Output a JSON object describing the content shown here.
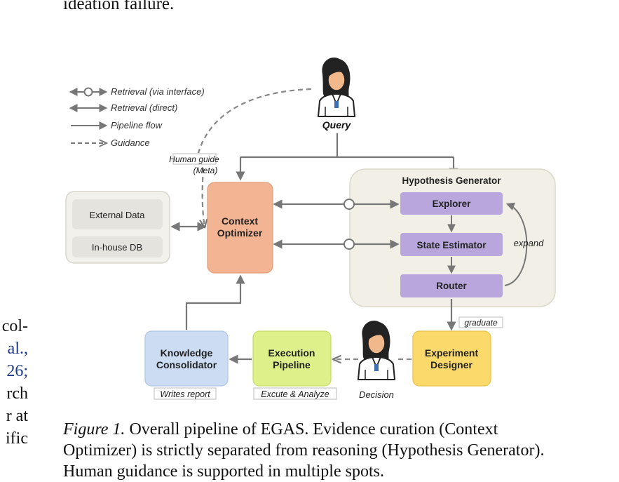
{
  "page": {
    "top_line": "ideation failure.",
    "left_fragments": [
      {
        "text": "col-",
        "link": false
      },
      {
        "text": "al.,",
        "link": true
      },
      {
        "text": "26;",
        "link": true
      },
      {
        "text": "rch",
        "link": false
      },
      {
        "text": "r at",
        "link": false
      },
      {
        "text": "ific",
        "link": false
      }
    ],
    "caption_label": "Figure 1.",
    "caption_text": " Overall pipeline of EGAS. Evidence curation (Context Optimizer) is strictly separated from reasoning (Hypothesis Generator). Human guidance is supported in multiple spots."
  },
  "diagram": {
    "legend": [
      "Retrieval (via interface)",
      "Retrieval (direct)",
      "Pipeline flow",
      "Guidance"
    ],
    "query_label": "Query",
    "human_guide_line1": "Human guide",
    "human_guide_line2": "(Meta)",
    "external_data": "External Data",
    "inhouse_db": "In-house DB",
    "context_optimizer_line1": "Context",
    "context_optimizer_line2": "Optimizer",
    "hypothesis_generator": "Hypothesis Generator",
    "explorer": "Explorer",
    "state_estimator": "State Estimator",
    "router": "Router",
    "expand": "expand",
    "graduate": "graduate",
    "experiment_designer_line1": "Experiment",
    "experiment_designer_line2": "Designer",
    "execution_pipeline_line1": "Execution",
    "execution_pipeline_line2": "Pipeline",
    "knowledge_consolidator_line1": "Knowledge",
    "knowledge_consolidator_line2": "Consolidator",
    "writes_report": "Writes report",
    "excute_analyze": "Excute & Analyze",
    "decision": "Decision",
    "colors": {
      "context_optimizer": "#f2b493",
      "purple_node": "#b8a6dc",
      "experiment_designer": "#fbd96a",
      "execution_pipeline": "#ddf08a",
      "knowledge_consolidator": "#cbdcf3",
      "hypothesis_bg": "#f2f0e6",
      "data_bg": "#f2f1eb"
    }
  }
}
